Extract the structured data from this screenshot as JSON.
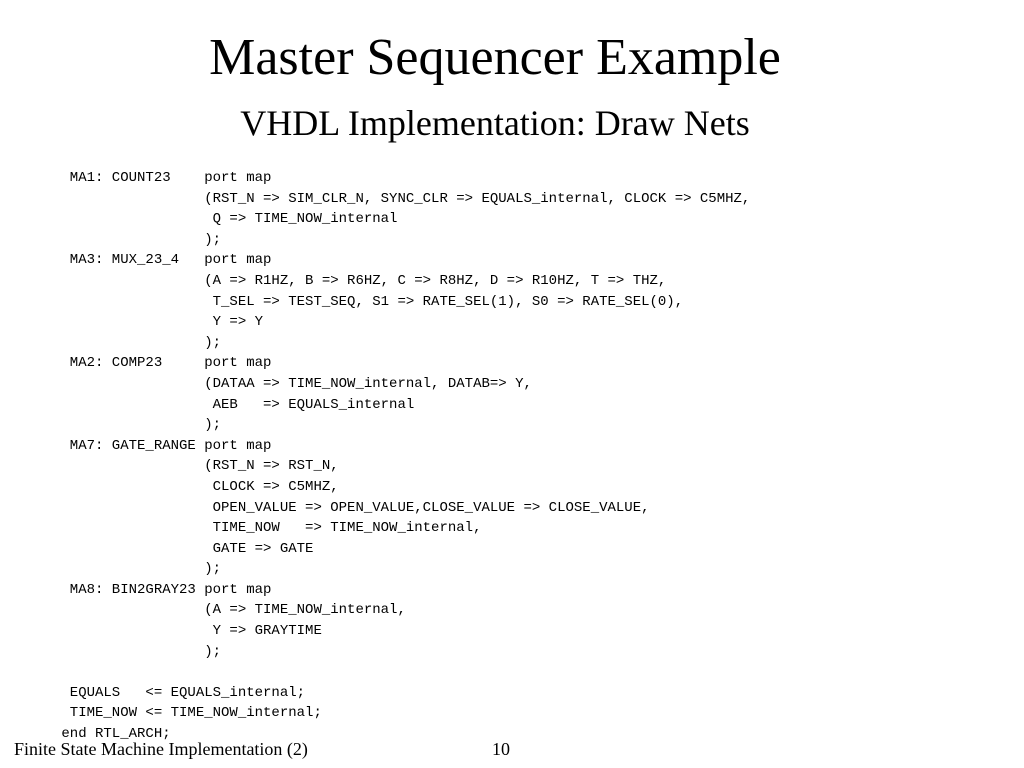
{
  "slide": {
    "title": "Master Sequencer Example",
    "subtitle": "VHDL Implementation: Draw Nets"
  },
  "code": {
    "lines": [
      "  MA1: COUNT23    port map",
      "                  (RST_N => SIM_CLR_N, SYNC_CLR => EQUALS_internal, CLOCK => C5MHZ,",
      "                   Q => TIME_NOW_internal",
      "                  );",
      "  MA3: MUX_23_4   port map",
      "                  (A => R1HZ, B => R6HZ, C => R8HZ, D => R10HZ, T => THZ,",
      "                   T_SEL => TEST_SEQ, S1 => RATE_SEL(1), S0 => RATE_SEL(0),",
      "                   Y => Y",
      "                  );",
      "  MA2: COMP23     port map",
      "                  (DATAA => TIME_NOW_internal, DATAB=> Y,",
      "                   AEB   => EQUALS_internal",
      "                  );",
      "  MA7: GATE_RANGE port map",
      "                  (RST_N => RST_N,",
      "                   CLOCK => C5MHZ,",
      "                   OPEN_VALUE => OPEN_VALUE,CLOSE_VALUE => CLOSE_VALUE,",
      "                   TIME_NOW   => TIME_NOW_internal,",
      "                   GATE => GATE",
      "                  );",
      "  MA8: BIN2GRAY23 port map",
      "                  (A => TIME_NOW_internal,",
      "                   Y => GRAYTIME",
      "                  );",
      "",
      "  EQUALS   <= EQUALS_internal;",
      "  TIME_NOW <= TIME_NOW_internal;",
      " end RTL_ARCH;"
    ]
  },
  "footer": {
    "left_text": "Finite State Machine Implementation (2)",
    "page_number": "10"
  }
}
